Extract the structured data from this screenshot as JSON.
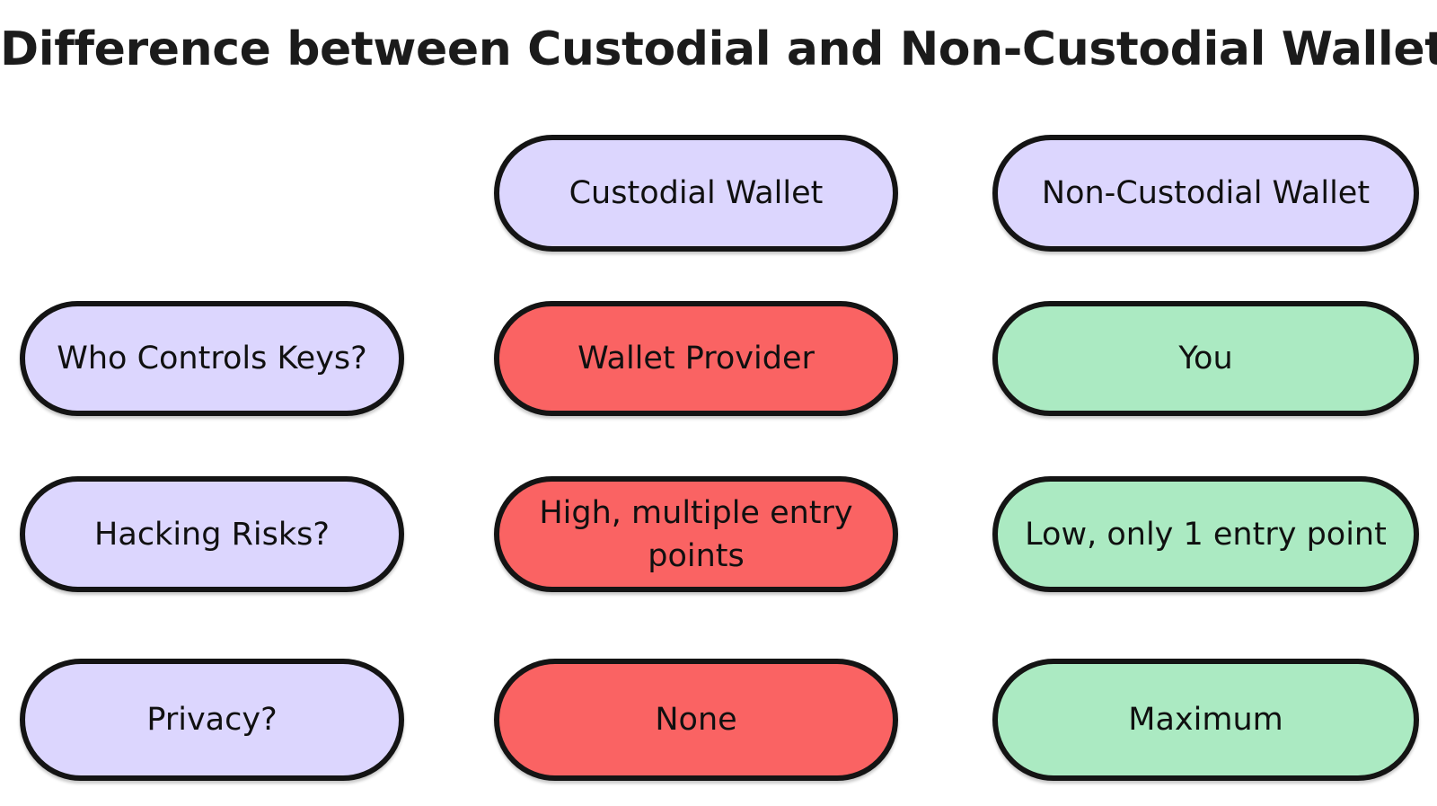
{
  "title": "Difference between Custodial and Non-Custodial Wallets",
  "colors": {
    "background": "#ffffff",
    "title_text": "#1b1b1b",
    "border": "#141414",
    "lavender": "#dcd6fe",
    "red": "#fa6363",
    "green": "#abeac2",
    "cell_text": "#101010"
  },
  "table": {
    "header": {
      "label_column": "",
      "columns": [
        {
          "label": "Custodial Wallet",
          "fill": "lavender"
        },
        {
          "label": "Non-Custodial Wallet",
          "fill": "lavender"
        }
      ]
    },
    "rows": [
      {
        "label": "Who Controls Keys?",
        "label_fill": "lavender",
        "cells": [
          {
            "text": "Wallet Provider",
            "fill": "red"
          },
          {
            "text": "You",
            "fill": "green"
          }
        ]
      },
      {
        "label": "Hacking Risks?",
        "label_fill": "lavender",
        "cells": [
          {
            "text": "High, multiple entry points",
            "fill": "red"
          },
          {
            "text": "Low, only 1 entry point",
            "fill": "green"
          }
        ]
      },
      {
        "label": "Privacy?",
        "label_fill": "lavender",
        "cells": [
          {
            "text": "None",
            "fill": "red"
          },
          {
            "text": "Maximum",
            "fill": "green"
          }
        ]
      }
    ]
  }
}
